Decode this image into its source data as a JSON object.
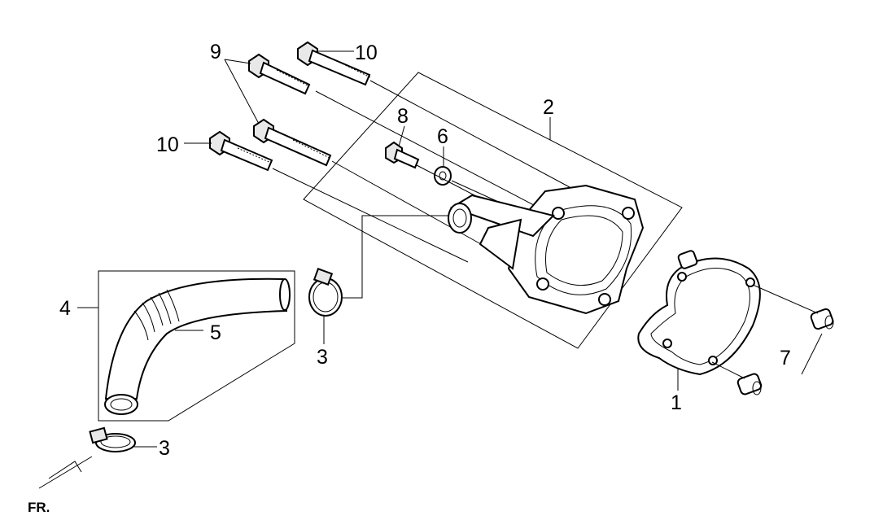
{
  "diagram": {
    "callouts": {
      "c1": "1",
      "c2": "2",
      "c3a": "3",
      "c3b": "3",
      "c4": "4",
      "c5": "5",
      "c6": "6",
      "c7": "7",
      "c8": "8",
      "c9": "9",
      "c10a": "10",
      "c10b": "10"
    },
    "direction_label": "FR."
  }
}
